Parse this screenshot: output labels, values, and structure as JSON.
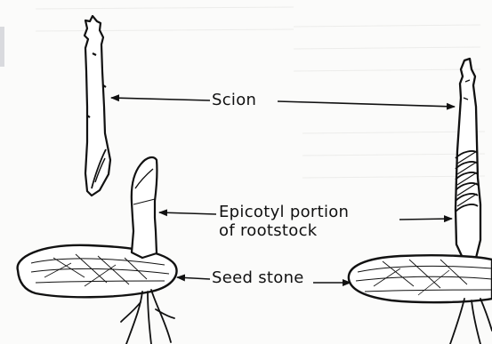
{
  "labels": {
    "scion": "Scion",
    "epicotyl_line1": "Epicotyl portion",
    "epicotyl_line2": "of rootstock",
    "seed_stone": "Seed stone"
  }
}
